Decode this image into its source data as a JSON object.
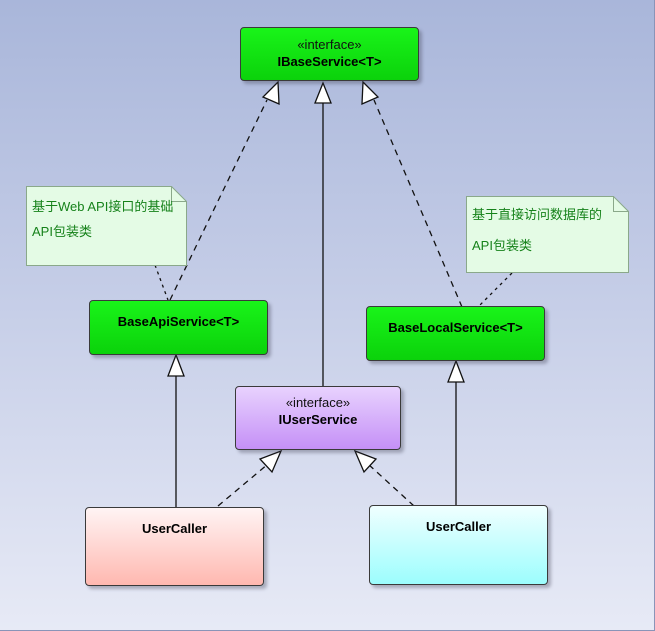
{
  "nodes": {
    "ibase": {
      "stereotype": "«interface»",
      "name": "IBaseService<T>"
    },
    "baseapi": {
      "name": "BaseApiService<T>"
    },
    "baselocal": {
      "name": "BaseLocalService<T>"
    },
    "iuser": {
      "stereotype": "«interface»",
      "name": "IUserService"
    },
    "caller_left": {
      "name": "UserCaller"
    },
    "caller_right": {
      "name": "UserCaller"
    }
  },
  "notes": {
    "api_note": {
      "line1": "基于Web API接口的基础",
      "line2": "API包装类"
    },
    "local_note": {
      "line1": "基于直接访问数据库的",
      "line2": "API包装类"
    }
  },
  "colors": {
    "green": "#0bd20b",
    "purple": "#c590f7",
    "pink": "#ffb8b0",
    "cyan": "#9cfdfd",
    "note_bg": "#e4fbe5",
    "note_text": "#16821a"
  }
}
